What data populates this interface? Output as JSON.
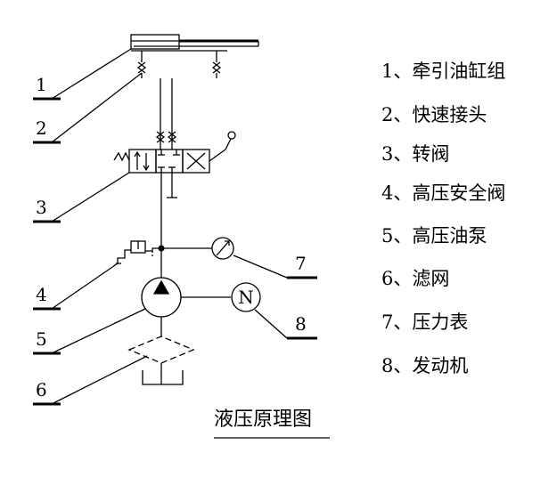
{
  "numbers": [
    "1",
    "2",
    "3",
    "4",
    "5",
    "6",
    "7",
    "8"
  ],
  "legend": [
    "1、牵引油缸组",
    "2、快速接头",
    "3、转阀",
    "4、高压安全阀",
    "5、高压油泵",
    "6、滤网",
    "7、压力表",
    "8、发动机"
  ],
  "motor_symbol": "N",
  "caption": "液压原理图"
}
